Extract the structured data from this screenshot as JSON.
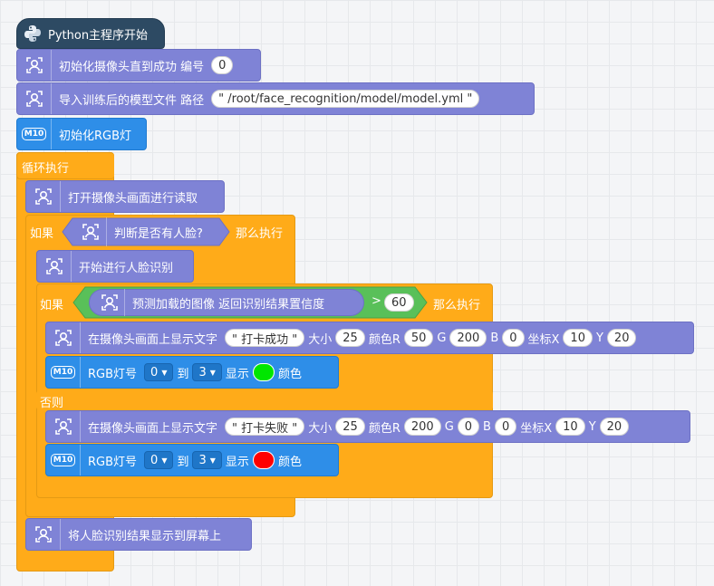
{
  "start": {
    "label": "Python主程序开始"
  },
  "init_camera": {
    "label": "初始化摄像头直到成功 编号",
    "value": "0"
  },
  "import_model": {
    "label": "导入训练后的模型文件 路径",
    "path": "\" /root/face_recognition/model/model.yml \""
  },
  "init_rgb": {
    "label": "初始化RGB灯",
    "icon": "M10"
  },
  "loop": {
    "label": "循环执行"
  },
  "open_camera": {
    "label": "打开摄像头画面进行读取"
  },
  "if1": {
    "kw_if": "如果",
    "cond": "判断是否有人脸?",
    "kw_then": "那么执行"
  },
  "start_recog": {
    "label": "开始进行人脸识别"
  },
  "if2": {
    "kw_if": "如果",
    "cond": "预测加载的图像 返回识别结果置信度",
    "op": ">",
    "value": "60",
    "kw_then": "那么执行"
  },
  "show_success": {
    "label": "在摄像头画面上显示文字",
    "text": "\" 打卡成功 \"",
    "size_label": "大小",
    "size": "25",
    "r_label": "颜色R",
    "r": "50",
    "g_label": "G",
    "g": "200",
    "b_label": "B",
    "b": "0",
    "x_label": "坐标X",
    "x": "10",
    "y_label": "Y",
    "y": "20"
  },
  "rgb_on": {
    "label": "RGB灯号",
    "from": "0",
    "to_label": "到",
    "to": "3",
    "show_label": "显示",
    "color": "#00e600",
    "color_label": "颜色"
  },
  "else": {
    "label": "否则"
  },
  "show_fail": {
    "label": "在摄像头画面上显示文字",
    "text": "\" 打卡失败 \"",
    "size_label": "大小",
    "size": "25",
    "r_label": "颜色R",
    "r": "200",
    "g_label": "G",
    "g": "0",
    "b_label": "B",
    "b": "0",
    "x_label": "坐标X",
    "x": "10",
    "y_label": "Y",
    "y": "20"
  },
  "rgb_off": {
    "label": "RGB灯号",
    "from": "0",
    "to_label": "到",
    "to": "3",
    "show_label": "显示",
    "color": "#ff0000",
    "color_label": "颜色"
  },
  "show_result": {
    "label": "将人脸识别结果显示到屏幕上"
  }
}
